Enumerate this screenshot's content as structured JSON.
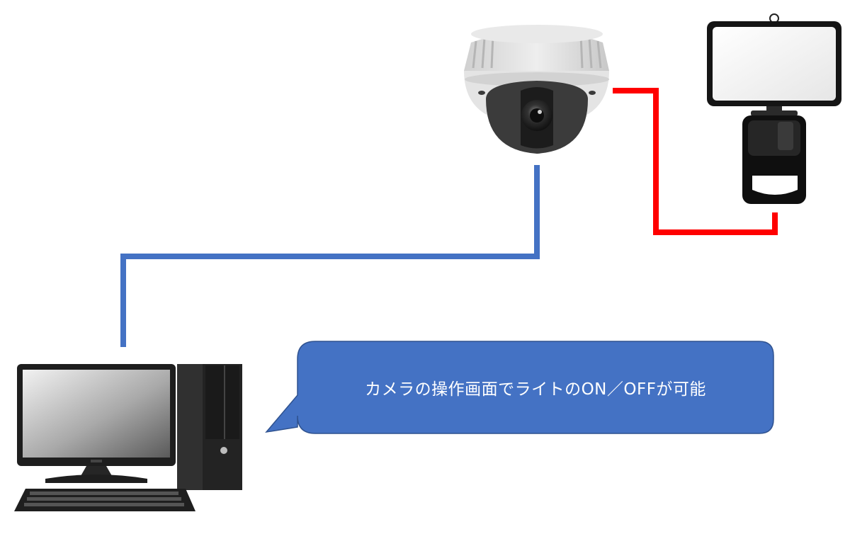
{
  "callout": {
    "text": "カメラの操作画面でライトのON／OFFが可能",
    "fill_color": "#4472c4",
    "border_color": "#2f528f",
    "text_color": "#ffffff"
  },
  "connections": [
    {
      "from": "camera",
      "to": "computer",
      "color": "#4472c4"
    },
    {
      "from": "camera",
      "to": "sensor-light",
      "color": "#ff0000"
    }
  ],
  "devices": {
    "camera": {
      "icon": "dome-camera-icon"
    },
    "light": {
      "icon": "sensor-light-icon"
    },
    "computer": {
      "icon": "desktop-computer-icon"
    }
  }
}
